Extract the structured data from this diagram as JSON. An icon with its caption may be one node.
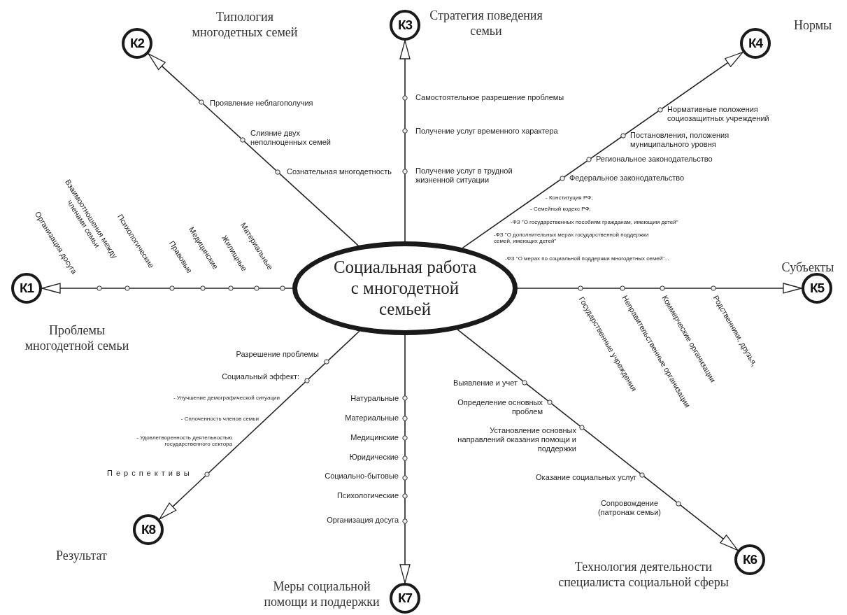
{
  "diagram": {
    "nodes": [
      {
        "text": [
          "Социальная работа с многодетной семьей"
        ]
      },
      {
        "text": [
          "К1"
        ],
        "beside": [
          "Проблемы многодетной семьи"
        ]
      },
      {
        "text": [
          "К2"
        ],
        "beside": [
          "Типология многодетных семей"
        ]
      },
      {
        "text": [
          "К3"
        ],
        "beside": [
          "Стратегия поведения семьи"
        ]
      },
      {
        "text": [
          "К4"
        ],
        "beside": [
          "Нормы"
        ]
      },
      {
        "text": [
          "К5"
        ],
        "beside": [
          "Субъекты"
        ]
      },
      {
        "text": [
          "К6"
        ],
        "beside": [
          "Технология деятельности специалиста социальной сферы"
        ]
      },
      {
        "text": [
          "К7"
        ],
        "beside": [
          "Меры социальной помощи и поддержки"
        ]
      },
      {
        "text": [
          "К8"
        ],
        "beside": [
          "Результат"
        ]
      }
    ],
    "edges": [
      {
        "from": 0,
        "to": 1,
        "arrow": "to"
      },
      {
        "from": 0,
        "to": 2,
        "arrow": "to"
      },
      {
        "from": 0,
        "to": 3,
        "arrow": "to"
      },
      {
        "from": 0,
        "to": 4,
        "arrow": "to"
      },
      {
        "from": 0,
        "to": 5,
        "arrow": "to"
      },
      {
        "from": 0,
        "to": 6,
        "arrow": "to"
      },
      {
        "from": 0,
        "to": 7,
        "arrow": "to"
      },
      {
        "from": 0,
        "to": 8,
        "arrow": "to"
      }
    ],
    "labels": [
      "Организация досуга",
      "Взаимоотношения между членами семьи",
      "Психологические",
      "Правовые",
      "Медицинские",
      "Жилищные",
      "Материальные",
      "Проявление неблагополучия",
      "Слияние двух неполноценных семей",
      "Сознательная многодетность",
      "Самостоятельное разрешение проблемы",
      "Получение услуг временного характера",
      "Получение услуг в трудной жизненной ситуации",
      "Нормативные положения социозащитных учреждений",
      "Постановления, положения муниципального уровня",
      "Региональное законодательство",
      "Федеральное законодательство",
      "- Конституция РФ;",
      "- Семейный кодекс РФ;",
      "-ФЗ \"О государственных пособиям гражданам, имеющим детей\"",
      "-ФЗ \"О дополнительных мерах государственной поддержки семей, имеющих детей\"",
      "-ФЗ \"О мерах по социальной поддержки многодетных семей\"...",
      "Государственные учреждения",
      "Неправительственные организации",
      "Коммерческие организации",
      "Родственники, друзья,",
      "Выявление и учет",
      "Определение основных проблем",
      "Установление основных направлений оказания помощи и поддержки",
      "Оказание социальных услуг",
      "Сопровождение (патронаж семьи)",
      "Натуральные",
      "Материальные",
      "Медицинские",
      "Юридические",
      "Социально-бытовые",
      "Психологические",
      "Организация досуга",
      "Разрешение проблемы",
      "Социальный эффект:",
      "- Улучшение демографической ситуации",
      "- Сплоченность членов семьи",
      "- Удовлетворенность деятельностью государственного сектора",
      "Перспективы"
    ]
  }
}
